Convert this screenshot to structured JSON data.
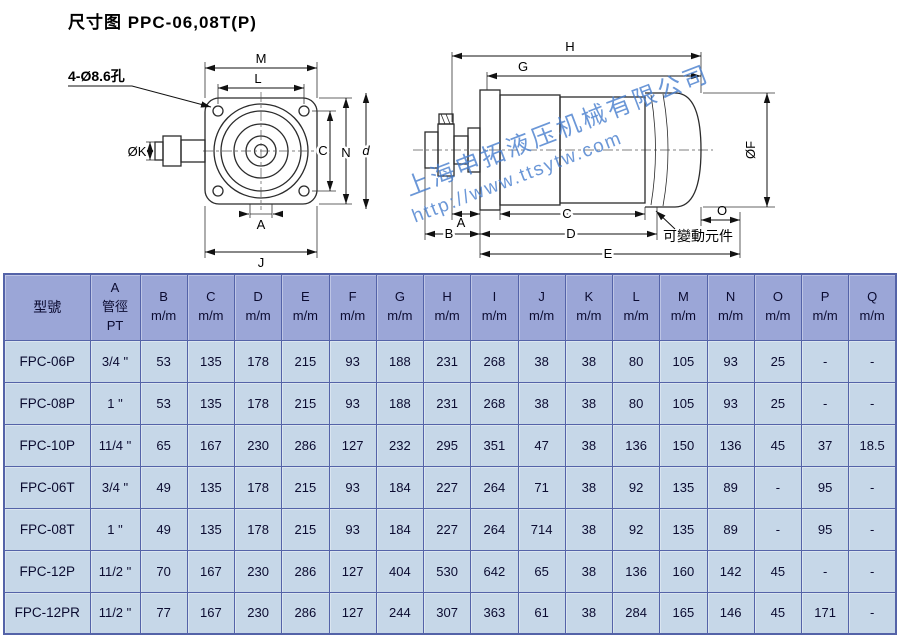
{
  "page": {
    "title": "尺寸图 PPC-06,08T(P)"
  },
  "watermark": {
    "company": "上海申拓液压机械有限公司",
    "url": "http://www.ttsytw.com",
    "color": "rgba(70,125,205,0.8)"
  },
  "front_view": {
    "hole_note": "4-Ø8.6孔",
    "labels": {
      "m": "M",
      "l": "L",
      "c": "C",
      "n": "N",
      "d": "d",
      "k": "ØK",
      "a": "A",
      "j": "J"
    }
  },
  "side_view": {
    "labels": {
      "h": "H",
      "g": "G",
      "a": "A",
      "b": "B",
      "c": "C",
      "d": "D",
      "e": "E",
      "o": "O",
      "f": "ØF"
    },
    "note": "可變動元件"
  },
  "table": {
    "header": {
      "model": "型號",
      "a_lines": [
        "A",
        "管徑",
        "PT"
      ],
      "letters": [
        "B",
        "C",
        "D",
        "E",
        "F",
        "G",
        "H",
        "I",
        "J",
        "K",
        "L",
        "M",
        "N",
        "O",
        "P",
        "Q"
      ],
      "unit": "m/m"
    },
    "rows": [
      {
        "model": "FPC-06P",
        "pt": "3/4 \"",
        "values": [
          "53",
          "135",
          "178",
          "215",
          "93",
          "188",
          "231",
          "268",
          "38",
          "38",
          "80",
          "105",
          "93",
          "25",
          "-",
          "-"
        ]
      },
      {
        "model": "FPC-08P",
        "pt": "1 \"",
        "values": [
          "53",
          "135",
          "178",
          "215",
          "93",
          "188",
          "231",
          "268",
          "38",
          "38",
          "80",
          "105",
          "93",
          "25",
          "-",
          "-"
        ]
      },
      {
        "model": "FPC-10P",
        "pt": "11/4 \"",
        "values": [
          "65",
          "167",
          "230",
          "286",
          "127",
          "232",
          "295",
          "351",
          "47",
          "38",
          "136",
          "150",
          "136",
          "45",
          "37",
          "18.5"
        ]
      },
      {
        "model": "FPC-06T",
        "pt": "3/4 \"",
        "values": [
          "49",
          "135",
          "178",
          "215",
          "93",
          "184",
          "227",
          "264",
          "71",
          "38",
          "92",
          "135",
          "89",
          "-",
          "95",
          "-"
        ]
      },
      {
        "model": "FPC-08T",
        "pt": "1 \"",
        "values": [
          "49",
          "135",
          "178",
          "215",
          "93",
          "184",
          "227",
          "264",
          "714",
          "38",
          "92",
          "135",
          "89",
          "-",
          "95",
          "-"
        ]
      },
      {
        "model": "FPC-12P",
        "pt": "11/2 \"",
        "values": [
          "70",
          "167",
          "230",
          "286",
          "127",
          "404",
          "530",
          "642",
          "65",
          "38",
          "136",
          "160",
          "142",
          "45",
          "-",
          "-"
        ]
      },
      {
        "model": "FPC-12PR",
        "pt": "11/2 \"",
        "values": [
          "77",
          "167",
          "230",
          "286",
          "127",
          "244",
          "307",
          "363",
          "61",
          "38",
          "284",
          "165",
          "146",
          "45",
          "171",
          "-"
        ]
      }
    ],
    "colors": {
      "header_bg": "#9ba6d7",
      "row_bg": "#c6d7e8",
      "border": "#5463a8",
      "text": "#0b0b30"
    }
  }
}
